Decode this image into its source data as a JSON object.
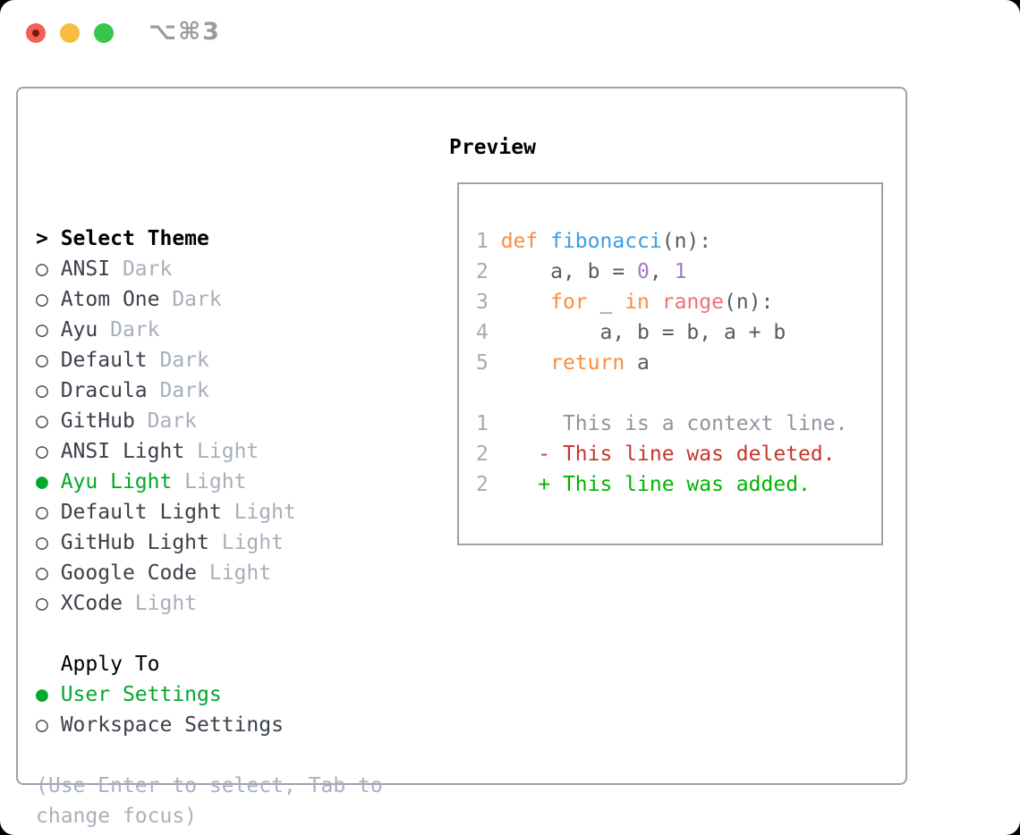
{
  "titlebar": {
    "shortcut_label": "⌥⌘3",
    "traffic_lights": [
      "close",
      "minimize",
      "zoom"
    ]
  },
  "sidebar": {
    "header": "Select Theme",
    "header_marker": ">",
    "themes": [
      {
        "name": "ANSI",
        "tag": "Dark",
        "selected": false
      },
      {
        "name": "Atom One",
        "tag": "Dark",
        "selected": false
      },
      {
        "name": "Ayu",
        "tag": "Dark",
        "selected": false
      },
      {
        "name": "Default",
        "tag": "Dark",
        "selected": false
      },
      {
        "name": "Dracula",
        "tag": "Dark",
        "selected": false
      },
      {
        "name": "GitHub",
        "tag": "Dark",
        "selected": false
      },
      {
        "name": "ANSI Light",
        "tag": "Light",
        "selected": false
      },
      {
        "name": "Ayu Light",
        "tag": "Light",
        "selected": true
      },
      {
        "name": "Default Light",
        "tag": "Light",
        "selected": false
      },
      {
        "name": "GitHub Light",
        "tag": "Light",
        "selected": false
      },
      {
        "name": "Google Code",
        "tag": "Light",
        "selected": false
      },
      {
        "name": "XCode",
        "tag": "Light",
        "selected": false
      }
    ],
    "apply_to": {
      "header": "Apply To",
      "options": [
        {
          "name": "User Settings",
          "selected": true
        },
        {
          "name": "Workspace Settings",
          "selected": false
        }
      ]
    },
    "help_text": "(Use Enter to select, Tab to change focus)",
    "marker_unselected": "○",
    "marker_selected": "●"
  },
  "preview": {
    "header": "Preview",
    "lines": [
      [
        [
          "1 ",
          "num"
        ],
        [
          "def",
          "kw"
        ],
        [
          " ",
          "fg"
        ],
        [
          "fibonacci",
          "fn"
        ],
        [
          "(n):",
          "fg"
        ]
      ],
      [
        [
          "2 ",
          "num"
        ],
        [
          "    a, b = ",
          "fg"
        ],
        [
          "0",
          "lit"
        ],
        [
          ", ",
          "fg"
        ],
        [
          "1",
          "lit"
        ]
      ],
      [
        [
          "3 ",
          "num"
        ],
        [
          "    ",
          "fg"
        ],
        [
          "for",
          "kw"
        ],
        [
          " _ ",
          "fg"
        ],
        [
          "in",
          "kw"
        ],
        [
          " ",
          "fg"
        ],
        [
          "range",
          "special"
        ],
        [
          "(n):",
          "fg"
        ]
      ],
      [
        [
          "4 ",
          "num"
        ],
        [
          "        a, b = b, a + b",
          "fg"
        ]
      ],
      [
        [
          "5 ",
          "num"
        ],
        [
          "    ",
          "fg"
        ],
        [
          "return",
          "kw"
        ],
        [
          " a",
          "fg"
        ]
      ],
      [],
      [
        [
          "1 ",
          "num"
        ],
        [
          "     This is a context line.",
          "ctx"
        ]
      ],
      [
        [
          "2 ",
          "num"
        ],
        [
          "   - This line was deleted.",
          "del"
        ]
      ],
      [
        [
          "2 ",
          "num"
        ],
        [
          "   + This line was added.",
          "add"
        ]
      ]
    ]
  },
  "colors": {
    "selection_green": "#00a82d",
    "diff_added_green": "#00b400",
    "diff_deleted_red": "#c5372c",
    "diff_context_gray": "#8f959e",
    "keyword_orange": "#fa8d3e",
    "function_blue": "#399ee6",
    "number_purple": "#a37acc",
    "builtin_coral": "#f07171",
    "code_foreground": "#545b63",
    "line_number_gray": "#a3abb6",
    "tag_gray": "#a7afba",
    "panel_border": "#9aa2ae",
    "traffic_red": "#f3605a",
    "traffic_yellow": "#f6bd40",
    "traffic_green": "#38c54b"
  }
}
